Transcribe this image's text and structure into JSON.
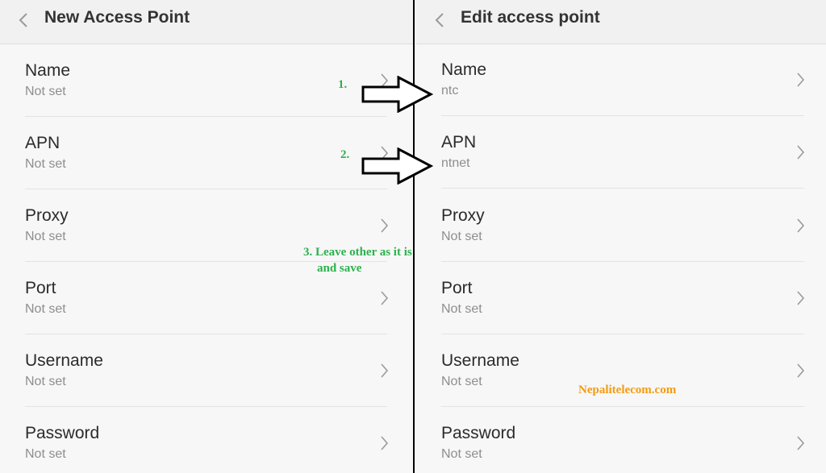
{
  "left": {
    "title": "New Access Point",
    "rows": [
      {
        "label": "Name",
        "value": "Not set"
      },
      {
        "label": "APN",
        "value": "Not set"
      },
      {
        "label": "Proxy",
        "value": "Not set"
      },
      {
        "label": "Port",
        "value": "Not set"
      },
      {
        "label": "Username",
        "value": "Not set"
      },
      {
        "label": "Password",
        "value": "Not set"
      }
    ]
  },
  "right": {
    "title": "Edit access point",
    "rows": [
      {
        "label": "Name",
        "value": "ntc"
      },
      {
        "label": "APN",
        "value": "ntnet"
      },
      {
        "label": "Proxy",
        "value": "Not set"
      },
      {
        "label": "Port",
        "value": "Not set"
      },
      {
        "label": "Username",
        "value": "Not set"
      },
      {
        "label": "Password",
        "value": "Not set"
      }
    ]
  },
  "annotations": {
    "step1": "1.",
    "step2": "2.",
    "step3_line1": "3. Leave other as it is",
    "step3_line2": "and save",
    "watermark": "Nepalitelecom.com"
  },
  "icons": {
    "back": "chevron-left-icon",
    "row": "chevron-right-icon",
    "annotation": "arrow-right-outline-icon"
  },
  "colors": {
    "annotation_text": "#2bb24c",
    "watermark_text": "#f39c12",
    "divider_line": "#000000"
  }
}
